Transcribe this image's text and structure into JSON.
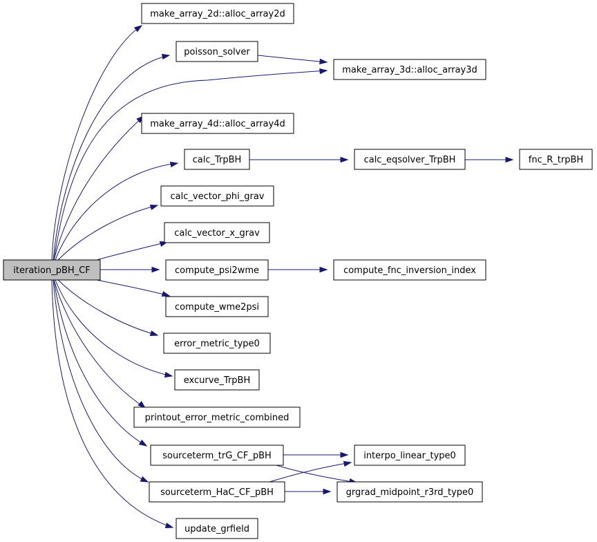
{
  "graph": {
    "colors": {
      "edge": "#191970",
      "root_fill": "#bfbfbf",
      "node_fill": "#ffffff",
      "border": "#000000"
    },
    "nodes": {
      "root": "iteration_pBH_CF",
      "alloc2d": "make_array_2d::alloc_array2d",
      "poisson": "poisson_solver",
      "alloc3d": "make_array_3d::alloc_array3d",
      "alloc4d": "make_array_4d::alloc_array4d",
      "calc_trpbh": "calc_TrpBH",
      "eqsolver": "calc_eqsolver_TrpBH",
      "fnc_r": "fnc_R_trpBH",
      "phi_grav": "calc_vector_phi_grav",
      "x_grav": "calc_vector_x_grav",
      "psi2wme": "compute_psi2wme",
      "inversion": "compute_fnc_inversion_index",
      "wme2psi": "compute_wme2psi",
      "error0": "error_metric_type0",
      "excurve": "excurve_TrpBH",
      "printout": "printout_error_metric_combined",
      "src_trg": "sourceterm_trG_CF_pBH",
      "interpo": "interpo_linear_type0",
      "src_hac": "sourceterm_HaC_CF_pBH",
      "grgrad": "grgrad_midpoint_r3rd_type0",
      "update": "update_grfield"
    }
  }
}
